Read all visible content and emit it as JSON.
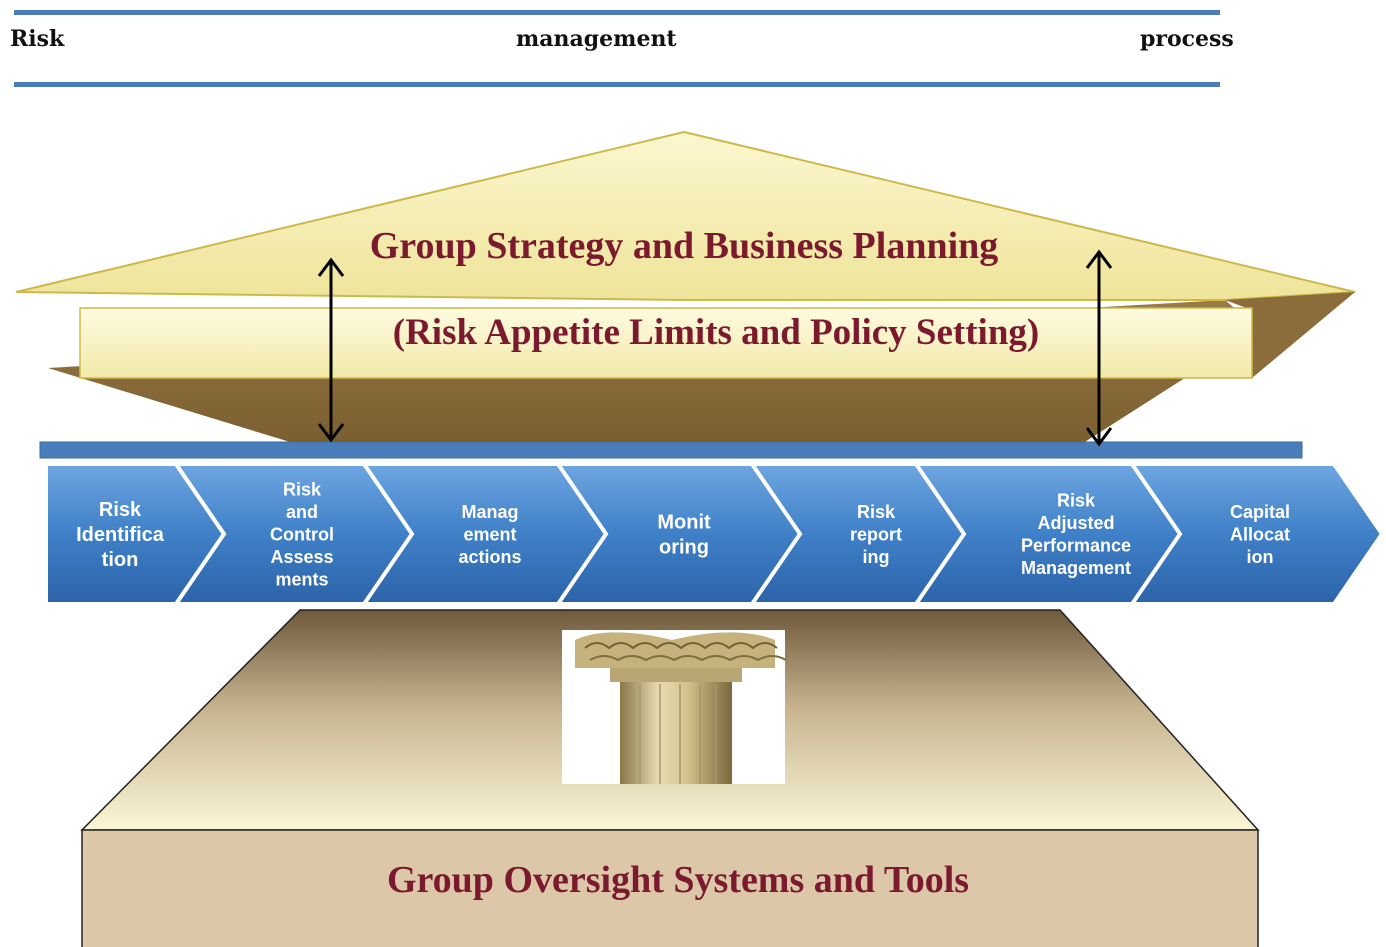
{
  "title": {
    "words": [
      "Risk",
      "management",
      "process"
    ]
  },
  "roof": {
    "title": "Group Strategy and Business Planning",
    "subtitle": "(Risk Appetite Limits and Policy Setting)"
  },
  "process_steps": [
    {
      "lines": [
        "Risk",
        "Identifica",
        "tion"
      ]
    },
    {
      "lines": [
        "Risk",
        "and",
        "Control",
        "Assess",
        "ments"
      ]
    },
    {
      "lines": [
        "Manag",
        "ement",
        "actions"
      ]
    },
    {
      "lines": [
        "Monit",
        "oring"
      ]
    },
    {
      "lines": [
        "Risk",
        "report",
        "ing"
      ]
    },
    {
      "lines": [
        "Risk",
        "Adjusted",
        "Performance",
        "Management"
      ]
    },
    {
      "lines": [
        "Capital",
        "Allocat",
        "ion"
      ]
    }
  ],
  "foundation": {
    "label": "Group Oversight Systems and Tools"
  },
  "colors": {
    "rule_blue": "#4a7ebb",
    "roof_fill": "#f5f0b4",
    "roof_shadow": "#8b6d3c",
    "step_blue": "#3f80c8",
    "header_maroon": "#7b1a2e",
    "foundation_fill": "#dcc8a8"
  }
}
